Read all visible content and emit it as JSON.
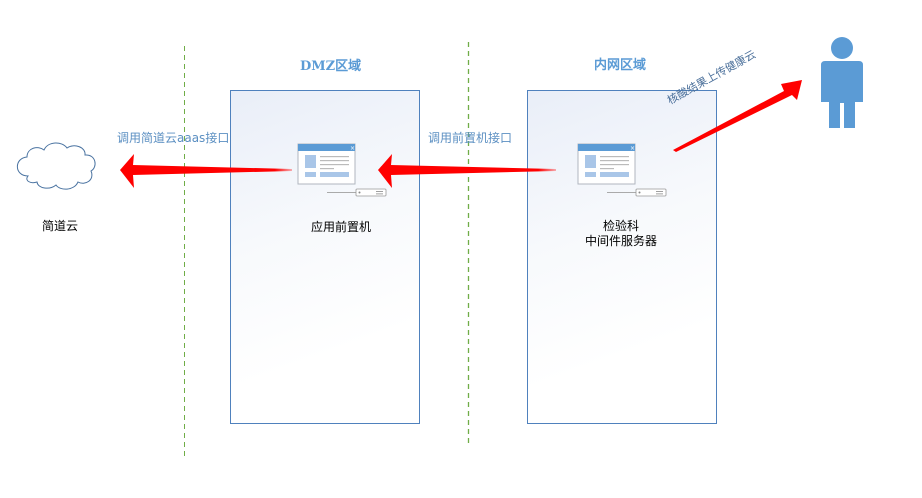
{
  "zones": {
    "dmz": {
      "title": "DMZ区域"
    },
    "intranet": {
      "title": "内网区域"
    }
  },
  "nodes": {
    "cloud": {
      "label": "简道云",
      "icon": "cloud-icon"
    },
    "front_server": {
      "label": "应用前置机",
      "icon": "server-window-icon"
    },
    "lab_server": {
      "label_line1": "检验科",
      "label_line2": "中间件服务器",
      "icon": "server-window-icon"
    },
    "user": {
      "icon": "person-icon"
    }
  },
  "edges": {
    "front_to_cloud": {
      "label": "调用简道云aaas接口"
    },
    "lab_to_front": {
      "label": "调用前置机接口"
    },
    "lab_to_user": {
      "label": "核酸结果上传健康云"
    }
  },
  "colors": {
    "zone_border": "#4f81bd",
    "zone_title": "#5b9bd5",
    "arrow": "#ff0000",
    "divider": "#70ad47",
    "person": "#5b9bd5"
  }
}
